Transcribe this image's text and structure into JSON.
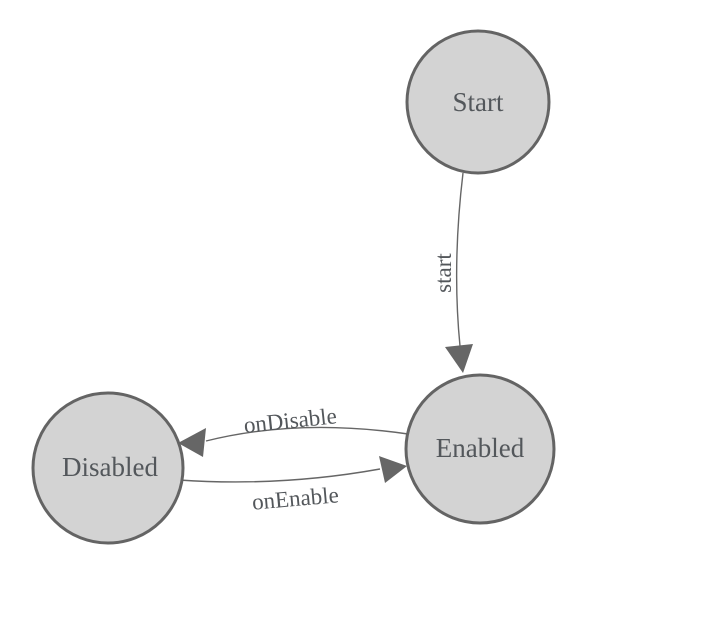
{
  "diagram": {
    "kind": "state-machine",
    "background_color": "#ffffff",
    "colors": {
      "node_fill": "#d3d3d3",
      "node_stroke": "#646464",
      "edge_stroke": "#666666",
      "arrow_fill": "#666666",
      "label_color": "#53575b"
    },
    "nodes": [
      {
        "id": "start",
        "label": "Start"
      },
      {
        "id": "enabled",
        "label": "Enabled"
      },
      {
        "id": "disabled",
        "label": "Disabled"
      }
    ],
    "edges": [
      {
        "from": "Start",
        "to": "Enabled",
        "label": "start"
      },
      {
        "from": "Enabled",
        "to": "Disabled",
        "label": "onDisable"
      },
      {
        "from": "Disabled",
        "to": "Enabled",
        "label": "onEnable"
      }
    ]
  }
}
